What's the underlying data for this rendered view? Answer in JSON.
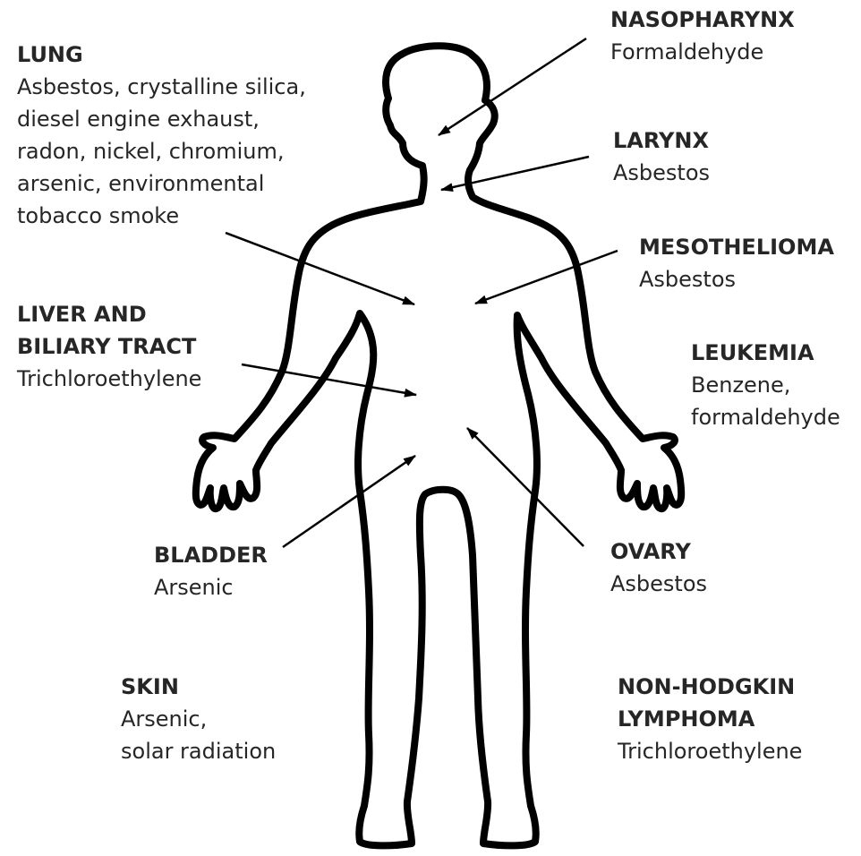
{
  "labels": {
    "nasopharynx": {
      "title": "NASOPHARYNX",
      "agents": [
        "Formaldehyde"
      ]
    },
    "lung": {
      "title": "LUNG",
      "agents": [
        "Asbestos, crystalline silica,",
        "diesel engine exhaust,",
        "radon, nickel, chromium,",
        "arsenic, environmental",
        "tobacco smoke"
      ]
    },
    "larynx": {
      "title": "LARYNX",
      "agents": [
        "Asbestos"
      ]
    },
    "mesothelioma": {
      "title": "MESOTHELIOMA",
      "agents": [
        "Asbestos"
      ]
    },
    "liver": {
      "title_lines": [
        "LIVER AND",
        "BILIARY TRACT"
      ],
      "agents": [
        "Trichloroethylene"
      ]
    },
    "leukemia": {
      "title": "LEUKEMIA",
      "agents": [
        "Benzene,",
        "formaldehyde"
      ]
    },
    "bladder": {
      "title": "BLADDER",
      "agents": [
        "Arsenic"
      ]
    },
    "ovary": {
      "title": "OVARY",
      "agents": [
        "Asbestos"
      ]
    },
    "skin": {
      "title": "SKIN",
      "agents": [
        "Arsenic,",
        "solar radiation"
      ]
    },
    "nhl": {
      "title_lines": [
        "NON-HODGKIN",
        "LYMPHOMA"
      ],
      "agents": [
        "Trichloroethylene"
      ]
    }
  },
  "colors": {
    "outline": "#000000",
    "text": "#262626",
    "background": "#ffffff"
  }
}
